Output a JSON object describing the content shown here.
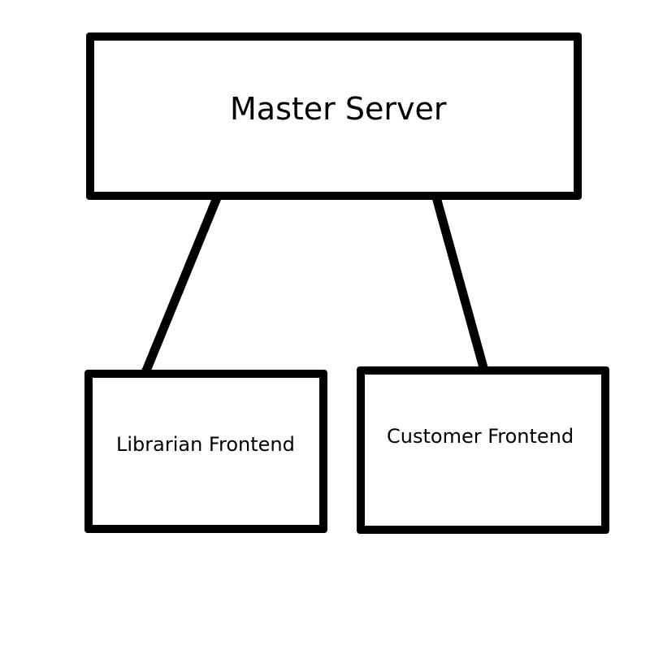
{
  "diagram": {
    "nodes": {
      "master": {
        "label": "Master Server"
      },
      "librarian": {
        "label": "Librarian Frontend"
      },
      "customer": {
        "label": "Customer Frontend"
      }
    },
    "edges": [
      {
        "from": "master",
        "to": "librarian"
      },
      {
        "from": "master",
        "to": "customer"
      }
    ],
    "colors": {
      "stroke": "#000000",
      "background": "#ffffff"
    }
  }
}
